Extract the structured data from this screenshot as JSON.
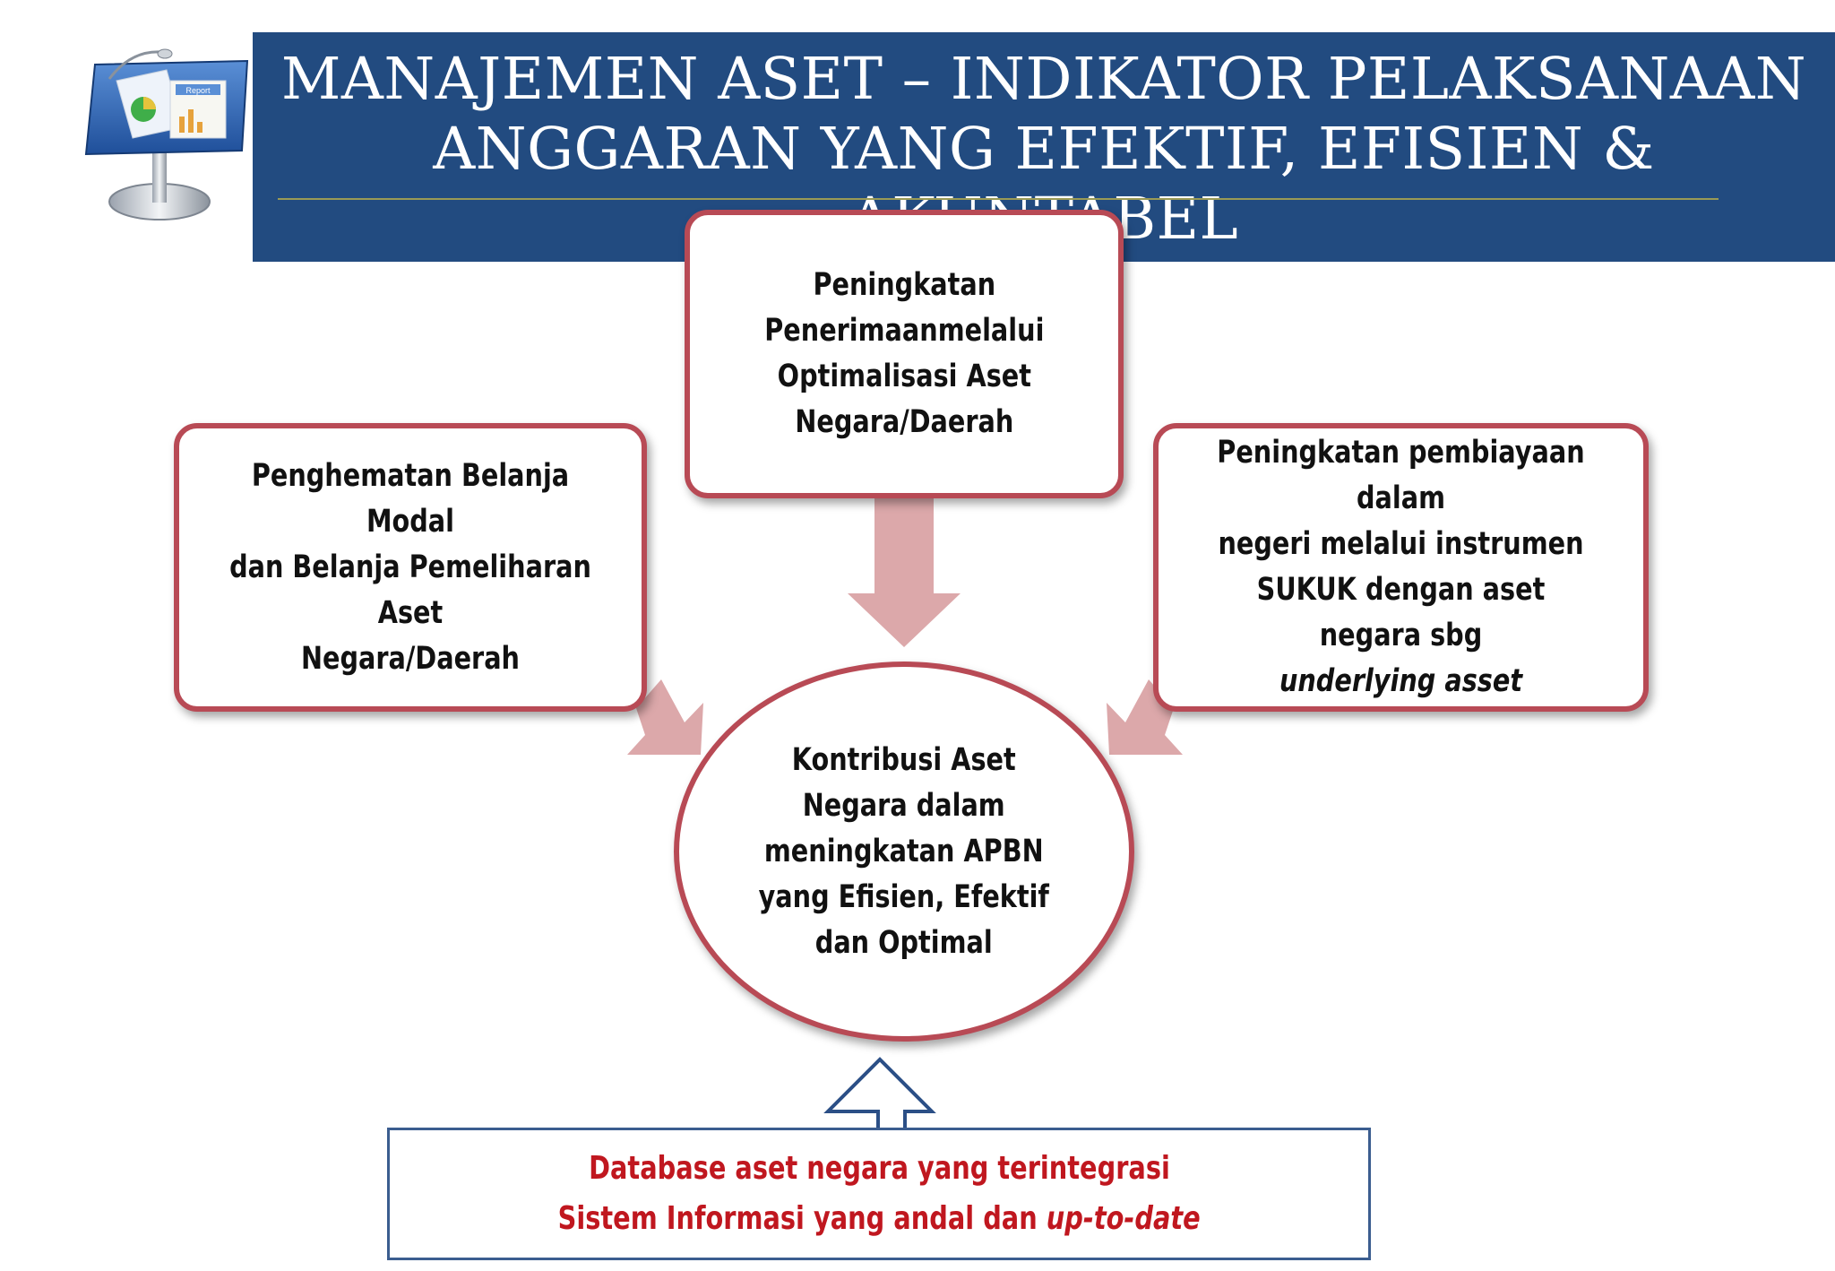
{
  "title": {
    "line1": "MANAJEMEN ASET – INDIKATOR PELAKSANAAN",
    "line2": "ANGGARAN YANG EFEKTIF, EFISIEN &",
    "line3": "AKUNTABEL"
  },
  "logo": {
    "icon": "keynote-presentation-icon",
    "tab_label": "Report"
  },
  "boxes": {
    "left": {
      "lines": [
        "Penghematan Belanja Modal",
        "dan Belanja Pemeliharan Aset",
        "Negara/Daerah"
      ]
    },
    "top": {
      "lines": [
        "Peningkatan",
        "Penerimaanmelalui",
        "Optimalisasi Aset",
        "Negara/Daerah"
      ]
    },
    "right": {
      "lines": [
        "Peningkatan pembiayaan dalam",
        "negeri melalui instrumen",
        "SUKUK dengan aset negara sbg"
      ],
      "italic": "underlying asset"
    }
  },
  "center": {
    "lines": [
      "Kontribusi Aset",
      "Negara dalam",
      "meningkatan APBN",
      "yang Efisien, Efektif",
      "dan Optimal"
    ]
  },
  "bottom": {
    "line1": "Database aset negara yang terintegrasi",
    "line2_prefix": "Sistem Informasi yang andal dan ",
    "line2_italic": "up-to-date"
  },
  "colors": {
    "title_bg": "#224b80",
    "box_border": "#b84a55",
    "arrow_fill": "#dca8aa",
    "bottom_text": "#c0171f",
    "bottom_border": "#3b5d8f"
  }
}
